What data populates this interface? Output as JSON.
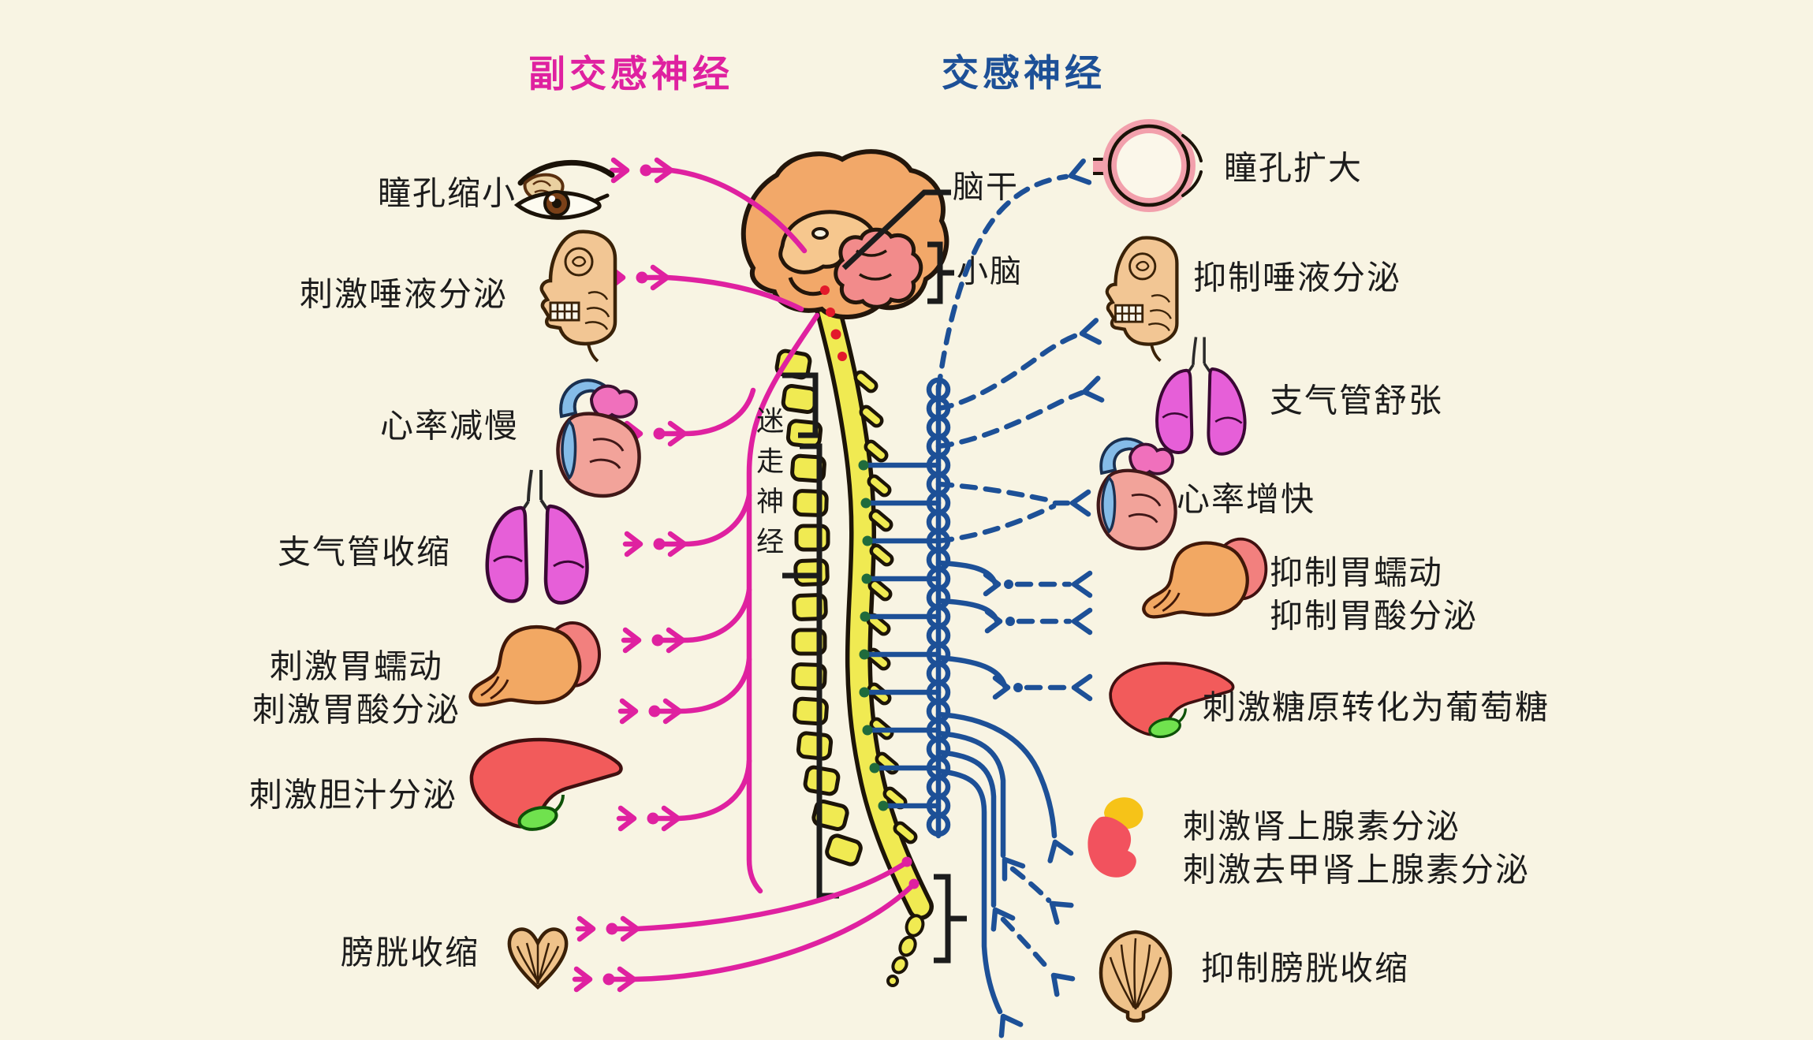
{
  "titles": {
    "parasympathetic": "副交感神经",
    "sympathetic": "交感神经"
  },
  "center": {
    "brainstem": "脑干",
    "cerebellum": "小脑",
    "vagus": "迷走神经"
  },
  "left_column": {
    "items": [
      {
        "organ": "eye",
        "label": "瞳孔缩小"
      },
      {
        "organ": "salivary-glands",
        "label": "刺激唾液分泌"
      },
      {
        "organ": "heart",
        "label": "心率减慢"
      },
      {
        "organ": "lungs",
        "label": "支气管收缩"
      },
      {
        "organ": "stomach",
        "label": "刺激胃蠕动\n刺激胃酸分泌"
      },
      {
        "organ": "liver-gallbladder",
        "label": "刺激胆汁分泌"
      },
      {
        "organ": "bladder",
        "label": "膀胱收缩"
      }
    ]
  },
  "right_column": {
    "items": [
      {
        "organ": "eye",
        "label": "瞳孔扩大"
      },
      {
        "organ": "salivary-glands",
        "label": "抑制唾液分泌"
      },
      {
        "organ": "lungs",
        "label": "支气管舒张"
      },
      {
        "organ": "heart",
        "label": "心率增快"
      },
      {
        "organ": "stomach",
        "label": "抑制胃蠕动\n抑制胃酸分泌"
      },
      {
        "organ": "liver",
        "label": "刺激糖原转化为葡萄糖"
      },
      {
        "organ": "adrenal-gland",
        "label": "刺激肾上腺素分泌\n刺激去甲肾上腺素分泌"
      },
      {
        "organ": "bladder",
        "label": "抑制膀胱收缩"
      }
    ]
  },
  "colors": {
    "background": "#F8F4E3",
    "parasympathetic": "#DF21A0",
    "sympathetic": "#1D5097",
    "text": "#1C1C1C",
    "spine_yellow": "#F0EA52",
    "brain_orange": "#F2A869",
    "cerebellum_pink": "#F28B8B"
  }
}
